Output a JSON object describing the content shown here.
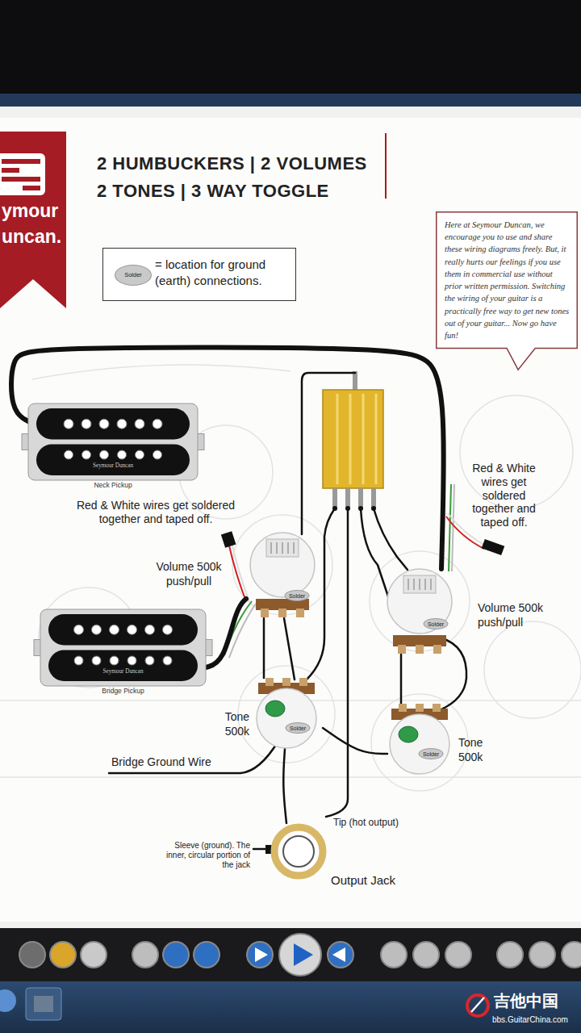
{
  "diagram": {
    "title": "2 HUMBUCKERS | 2 VOLUMES 2 TONES | 3 WAY TOGGLE",
    "nodes": [
      {
        "text": [
          "Here at Seymour Duncan, we encourage you to use and share these wiring diagrams freely. But, it really hurts our feelings if you use them in commercial use without prior written permission. Switching the wiring of your guitar is a practically free way to get new tones out of your guitar... Now go have fun!"
        ]
      },
      {
        "text": [
          "Seymour Duncan",
          "Neck Pickup"
        ]
      },
      {
        "text": [
          "Seymour Duncan",
          "Bridge Pickup"
        ]
      },
      {
        "text": [
          "Solder",
          "Volume 500k push/pull"
        ]
      },
      {
        "text": [
          "Solder",
          "Volume 500k push/pull"
        ]
      },
      {
        "text": [
          "Solder",
          "Tone 500k"
        ]
      },
      {
        "text": [
          "Solder",
          "Tone 500k"
        ]
      },
      {
        "text": [
          "Output Jack"
        ]
      }
    ],
    "edges": [
      {
        "from": 1,
        "to": 4,
        "arrow": "none"
      },
      {
        "from": 2,
        "to": 3,
        "arrow": "none"
      },
      {
        "from": 3,
        "to": 5,
        "arrow": "none"
      },
      {
        "from": 4,
        "to": 6,
        "arrow": "none"
      },
      {
        "from": 5,
        "to": 7,
        "arrow": "none"
      },
      {
        "from": 6,
        "to": 5,
        "arrow": "none"
      }
    ],
    "labels": [
      "ymour",
      "uncan.",
      "Solder",
      "Red & White wires get soldered together and taped off.",
      "Red & White wires get soldered together and taped off.",
      "Bridge Ground Wire",
      "Tip (hot output)",
      "Sleeve (ground). The inner, circular portion of the jack",
      "吉他中国",
      "bbs.GuitarChina.com"
    ],
    "legend": [
      {
        "text": "= location for ground (earth) connections.",
        "color": "#c9c9c9"
      }
    ]
  }
}
